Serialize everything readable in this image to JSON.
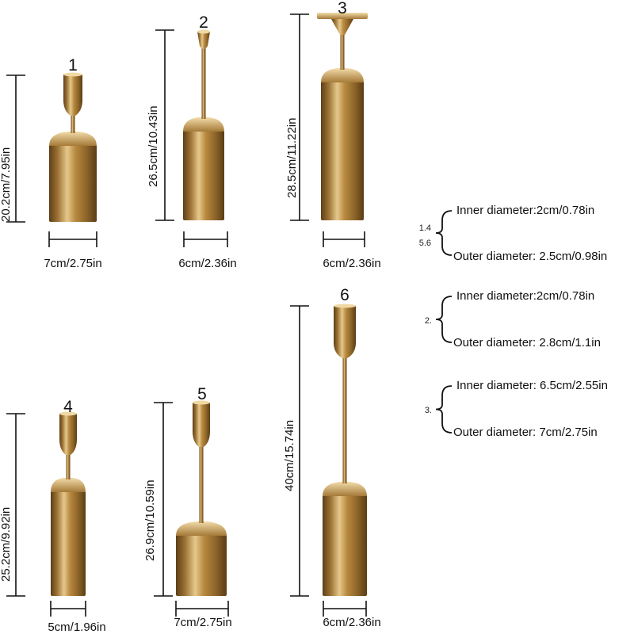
{
  "holders": [
    {
      "number": "1",
      "height_label": "20.2cm/7.95in",
      "width_label": "7cm/2.75in"
    },
    {
      "number": "2",
      "height_label": "26.5cm/10.43in",
      "width_label": "6cm/2.36in"
    },
    {
      "number": "3",
      "height_label": "28.5cm/11.22in",
      "width_label": "6cm/2.36in"
    },
    {
      "number": "4",
      "height_label": "25.2cm/9.92in",
      "width_label": "5cm/1.96in"
    },
    {
      "number": "5",
      "height_label": "26.9cm/10.59in",
      "width_label": "7cm/2.75in"
    },
    {
      "number": "6",
      "height_label": "40cm/15.74in",
      "width_label": "6cm/2.36in"
    }
  ],
  "specs": [
    {
      "tag_line1": "1.4",
      "tag_line2": "5.6",
      "inner": "Inner diameter:2cm/0.78in",
      "outer": "Outer diameter: 2.5cm/0.98in"
    },
    {
      "tag_line1": "2.",
      "tag_line2": "",
      "inner": "Inner diameter:2cm/0.78in",
      "outer": "Outer diameter: 2.8cm/1.1in"
    },
    {
      "tag_line1": "3.",
      "tag_line2": "",
      "inner": "Inner diameter: 6.5cm/2.55in",
      "outer": "Outer diameter: 7cm/2.75in"
    }
  ],
  "colors": {
    "gold_dark": "#6e4a1e",
    "gold_mid": "#b8893f",
    "gold_light": "#e8c98a",
    "line": "#111111"
  }
}
